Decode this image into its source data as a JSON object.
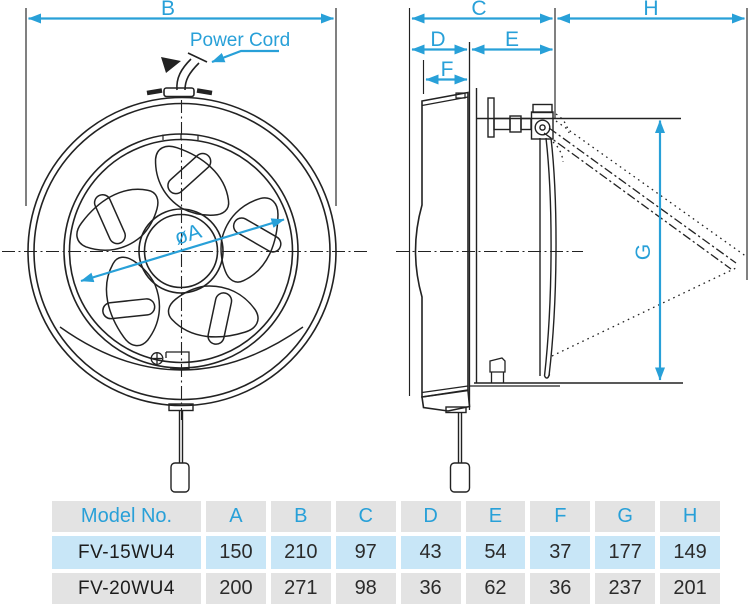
{
  "colors": {
    "accent_blue": "#28a0d8",
    "line": "#222222",
    "table_header_bg": "#e3e3e3",
    "table_highlight_bg": "#c8e6f7"
  },
  "labels": {
    "dim_a": "øA",
    "dim_b": "B",
    "dim_c": "C",
    "dim_d": "D",
    "dim_e": "E",
    "dim_f": "F",
    "dim_g": "G",
    "dim_h": "H",
    "power_cord": "Power Cord"
  },
  "table": {
    "headers": [
      "Model No.",
      "A",
      "B",
      "C",
      "D",
      "E",
      "F",
      "G",
      "H"
    ],
    "rows": [
      [
        "FV-15WU4",
        "150",
        "210",
        "97",
        "43",
        "54",
        "37",
        "177",
        "149"
      ],
      [
        "FV-20WU4",
        "200",
        "271",
        "98",
        "36",
        "62",
        "36",
        "237",
        "201"
      ]
    ]
  }
}
